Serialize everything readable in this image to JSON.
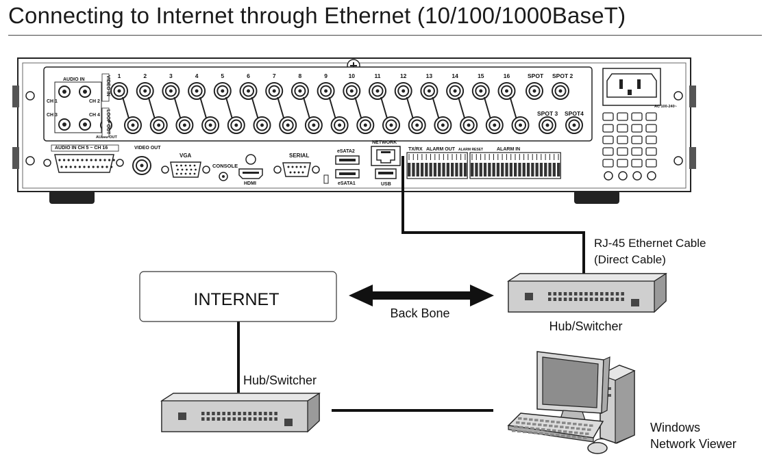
{
  "title": "Connecting to Internet through Ethernet (10/100/1000BaseT)",
  "labels": {
    "internet": "INTERNET",
    "back_bone": "Back Bone",
    "cable_line1": "RJ-45 Ethernet Cable",
    "cable_line2": "(Direct Cable)",
    "hub_right": "Hub/Switcher",
    "hub_left": "Hub/Switcher",
    "pc_line1": "Windows",
    "pc_line2": "Network Viewer"
  },
  "dvr": {
    "audio_in": "AUDIO IN",
    "video_in": "VIDEO IN",
    "loop_out": "LOOP OUT",
    "ch1": "CH 1",
    "ch2": "CH 2",
    "ch3": "CH 3",
    "ch4": "CH 4",
    "audio_out": "AUDIO OUT",
    "channels": [
      "1",
      "2",
      "3",
      "4",
      "5",
      "6",
      "7",
      "8",
      "9",
      "10",
      "11",
      "12",
      "13",
      "14",
      "15",
      "16"
    ],
    "spot1": "SPOT",
    "spot2": "SPOT 2",
    "spot3": "SPOT 3",
    "spot4": "SPOT4",
    "audio_in_5_16": "AUDIO IN CH 5 ~ CH 16",
    "video_out": "VIDEO OUT",
    "vga": "VGA",
    "console": "CONSOLE",
    "hdmi": "HDMI",
    "serial": "SERIAL",
    "esata2": "eSATA2",
    "esata1": "eSATA1",
    "network": "NETWORK",
    "usb": "USB",
    "txrx": "TX/RX",
    "alarm_out": "ALARM OUT",
    "alarm_reset": "ALARM RESET",
    "alarm_in": "ALARM IN",
    "ac": "AC 100-240~"
  }
}
